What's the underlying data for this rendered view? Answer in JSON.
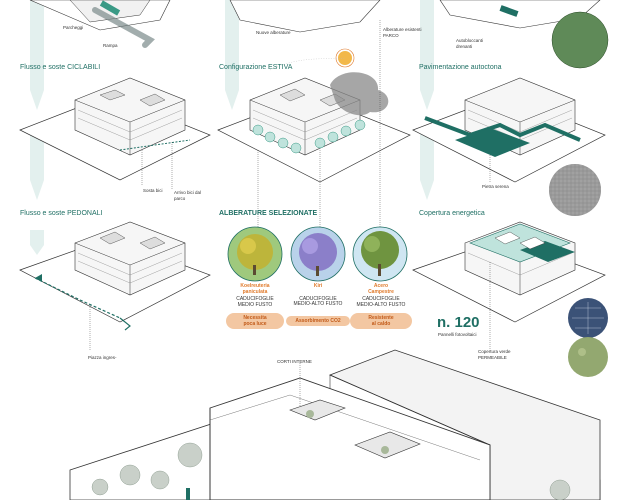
{
  "top_row": {
    "labels": {
      "parcheggi": "Parcheggi",
      "rampa": "Rampa",
      "nuove_alberature": "Nuove alberature",
      "alberature_esistenti": "Alberature esistenti\nPARCO",
      "autobloccanti": "Autobloccanti\ndrenanti"
    }
  },
  "panels": {
    "ciclabili": {
      "title": "Flusso e soste CICLABILI",
      "label1": "Sosta bici",
      "label2": "Arrivo bici dal\nparco"
    },
    "estiva": {
      "title": "Configurazione ESTIVA"
    },
    "autoctona": {
      "title": "Pavimentazione autoctona",
      "label1": "Pietra serena"
    },
    "pedonali": {
      "title": "Flusso e soste PEDONALI",
      "label1": "Piazza ingres-"
    },
    "alberature": {
      "title": "ALBERATURE SELEZIONATE"
    },
    "energetica": {
      "title": "Copertura energetica",
      "count": "n. 120",
      "count_label": "Pannelli fotovoltaici",
      "label1": "Copertura verde\nPERMEABILE"
    }
  },
  "trees": [
    {
      "name": "Koelreuteria\npaniculata",
      "type": "CADUCIFOGLIE\nMEDIO FUSTO",
      "badge": "Necessita\npoca luce"
    },
    {
      "name": "Kiri",
      "type": "CADUCIFOGLIE\nMEDIO-ALTO FUSTO",
      "badge": "Assorbimento CO2"
    },
    {
      "name": "Acero\nCampestre",
      "type": "CADUCIFOGLIE\nMEDIO-ALTO FUSTO",
      "badge": "Resistente\nal caldo"
    }
  ],
  "bottom": {
    "corti_label": "CORTI INTERNE"
  },
  "colors": {
    "accent": "#1f6f64",
    "orange": "#e07a2b",
    "badge_bg": "#f3c7a2",
    "pale_teal": "#e3f0ee"
  }
}
